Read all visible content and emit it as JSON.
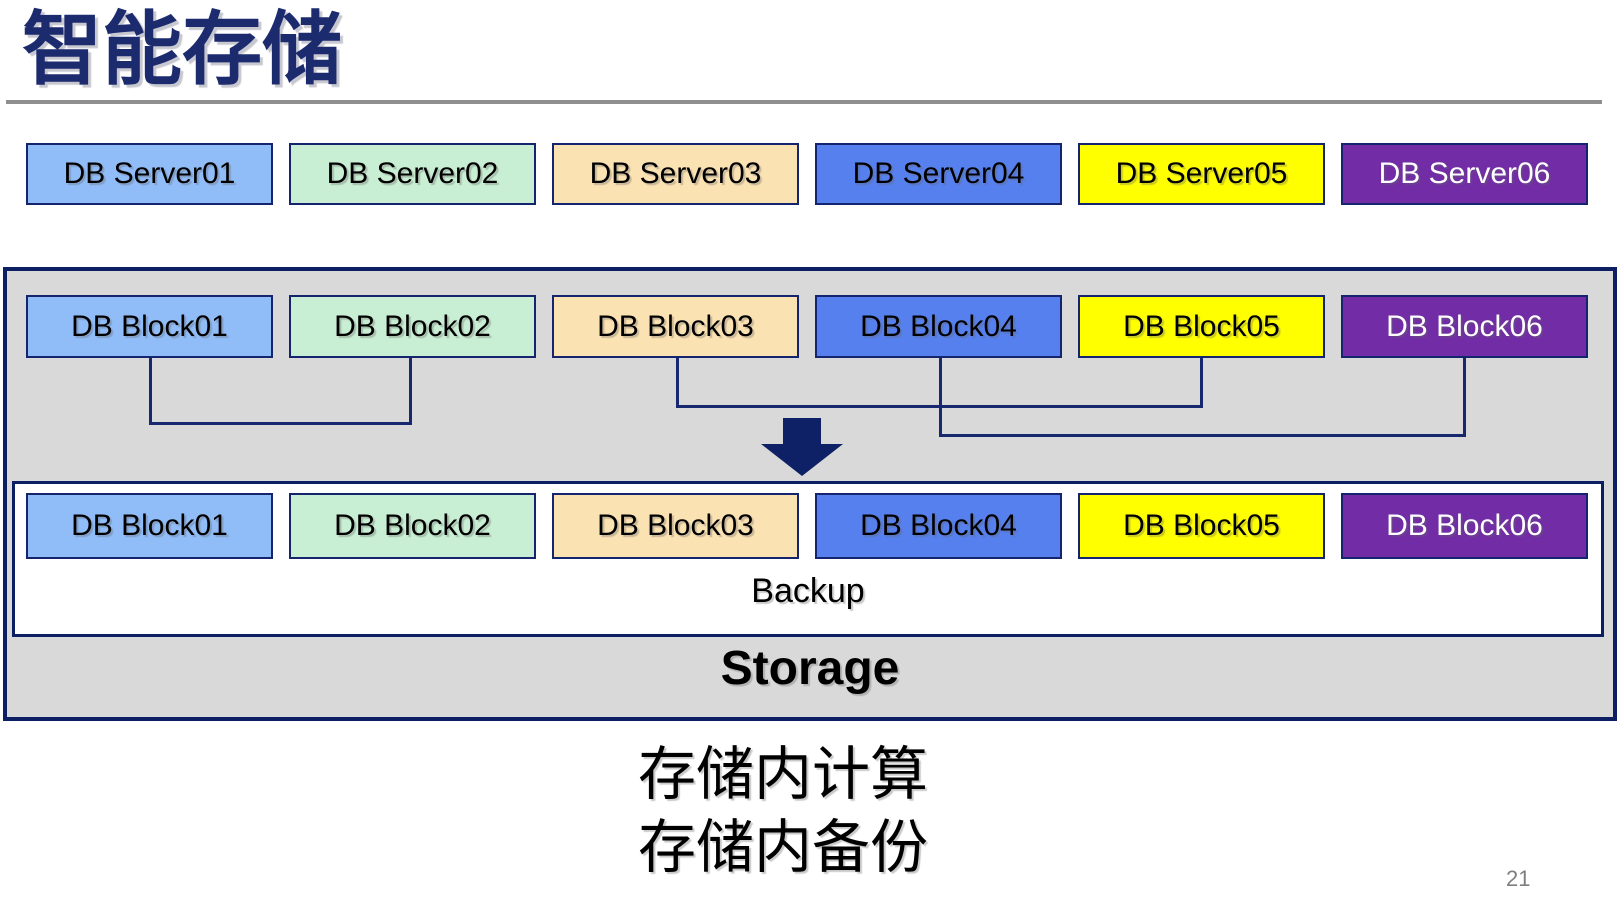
{
  "slide": {
    "title": "智能存储",
    "page_number": "21",
    "captions": {
      "line1": "存储内计算",
      "line2": "存储内备份"
    }
  },
  "servers": {
    "items": [
      {
        "label": "DB Server01",
        "fill": "#90bcf8",
        "text_color": "#000000"
      },
      {
        "label": "DB Server02",
        "fill": "#c8eed3",
        "text_color": "#000000"
      },
      {
        "label": "DB Server03",
        "fill": "#fbe2b3",
        "text_color": "#000000"
      },
      {
        "label": "DB Server04",
        "fill": "#5780ef",
        "text_color": "#000000"
      },
      {
        "label": "DB Server05",
        "fill": "#ffff00",
        "text_color": "#000000"
      },
      {
        "label": "DB Server06",
        "fill": "#712ca6",
        "text_color": "#ffffff"
      }
    ]
  },
  "storage": {
    "label": "Storage",
    "backup_label": "Backup",
    "blocks_top": [
      {
        "label": "DB Block01",
        "fill": "#90bcf8",
        "text_color": "#000000"
      },
      {
        "label": "DB Block02",
        "fill": "#c8eed3",
        "text_color": "#000000"
      },
      {
        "label": "DB Block03",
        "fill": "#fbe2b3",
        "text_color": "#000000"
      },
      {
        "label": "DB Block04",
        "fill": "#5780ef",
        "text_color": "#000000"
      },
      {
        "label": "DB Block05",
        "fill": "#ffff00",
        "text_color": "#000000"
      },
      {
        "label": "DB Block06",
        "fill": "#712ca6",
        "text_color": "#ffffff"
      }
    ],
    "blocks_bottom": [
      {
        "label": "DB Block01",
        "fill": "#90bcf8",
        "text_color": "#000000"
      },
      {
        "label": "DB Block02",
        "fill": "#c8eed3",
        "text_color": "#000000"
      },
      {
        "label": "DB Block03",
        "fill": "#fbe2b3",
        "text_color": "#000000"
      },
      {
        "label": "DB Block04",
        "fill": "#5780ef",
        "text_color": "#000000"
      },
      {
        "label": "DB Block05",
        "fill": "#ffff00",
        "text_color": "#000000"
      },
      {
        "label": "DB Block06",
        "fill": "#712ca6",
        "text_color": "#ffffff"
      }
    ],
    "block_pairs": [
      [
        "DB Block01",
        "DB Block02"
      ],
      [
        "DB Block03",
        "DB Block05"
      ],
      [
        "DB Block04",
        "DB Block06"
      ]
    ]
  },
  "colors": {
    "title": "#1c2a6e",
    "divider": "#8f8f8f",
    "container_fill": "#d9d9d9",
    "container_border": "#0b1f62",
    "box_border": "#14246e",
    "connector": "#17286e",
    "arrow": "#0e2166",
    "page_number": "#7f7f7f"
  }
}
